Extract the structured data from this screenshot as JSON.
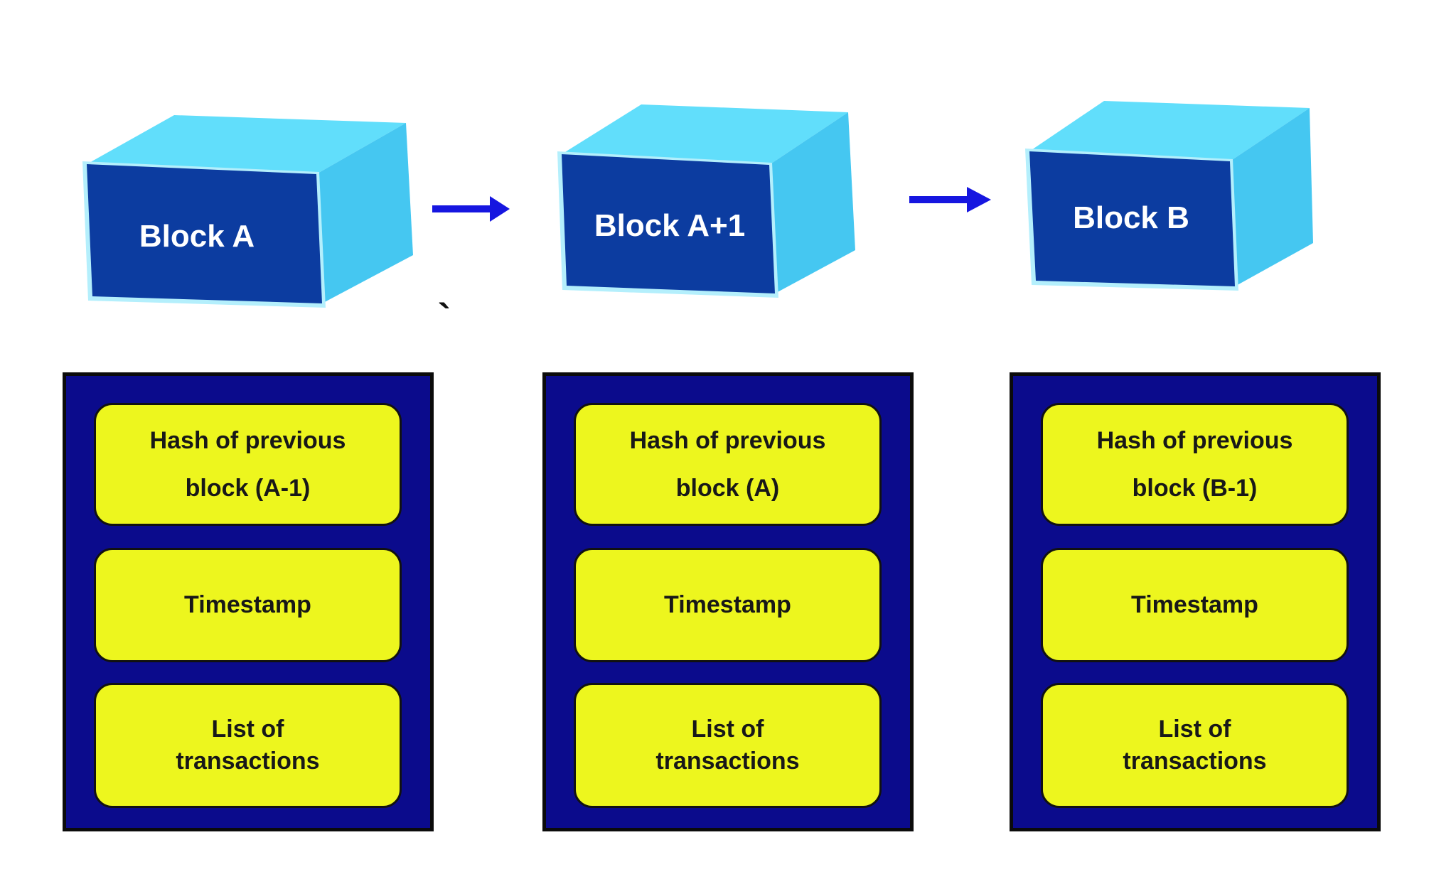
{
  "colors": {
    "background": "#FFFFFF",
    "box-top": "#61DEFB",
    "box-side": "#45C7F1",
    "box-front": "#0C3CA0",
    "box-seam": "#B4EFFC",
    "arrow-blue": "#1616E0",
    "panel-navy": "#0B0B8C",
    "panel-border": "#0B0B0B",
    "cell-yellow": "#EDF61E",
    "cell-border": "#111111",
    "cell-text": "#181818",
    "title-white": "#FFFFFF"
  },
  "blocks": [
    {
      "title": "Block A",
      "panel": {
        "hash_line1": "Hash of previous",
        "hash_line2": "block (A-1)",
        "timestamp": "Timestamp",
        "list_line1": "List of",
        "list_line2": "transactions"
      }
    },
    {
      "title": "Block A+1",
      "panel": {
        "hash_line1": "Hash of previous",
        "hash_line2": "block (A)",
        "timestamp": "Timestamp",
        "list_line1": "List of",
        "list_line2": "transactions"
      }
    },
    {
      "title": "Block B",
      "panel": {
        "hash_line1": "Hash of previous",
        "hash_line2": "block (B-1)",
        "timestamp": "Timestamp",
        "list_line1": "List of",
        "list_line2": "transactions"
      }
    }
  ],
  "stray_mark": "`"
}
